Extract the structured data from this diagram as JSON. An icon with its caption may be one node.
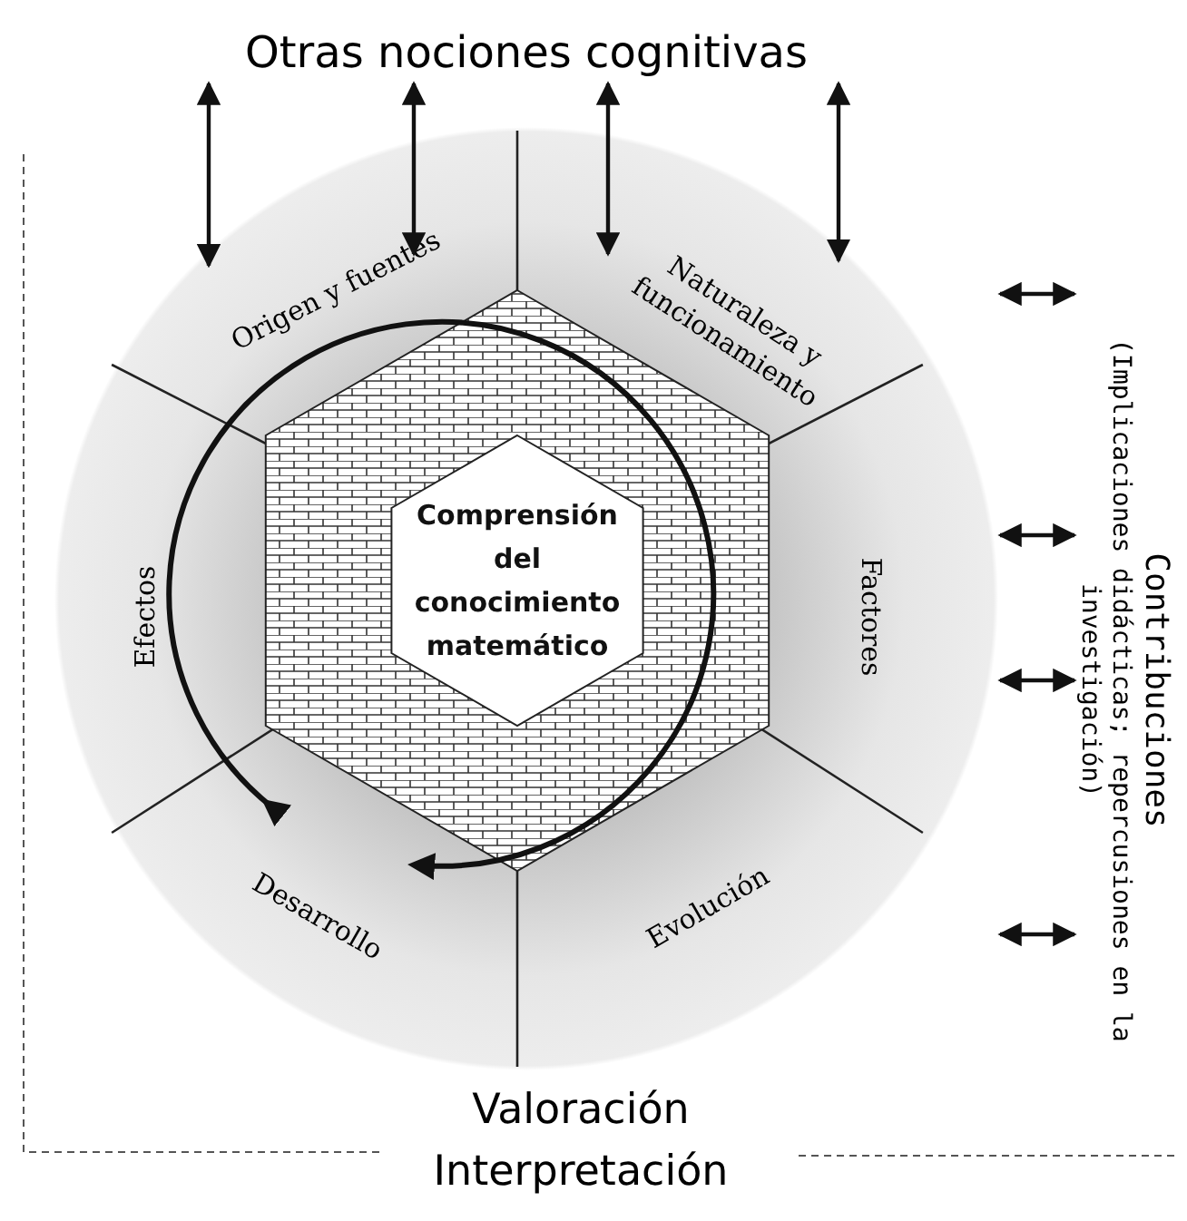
{
  "diagram": {
    "nodes": [
      {
        "text": [
          "Otras nociones cognitivas"
        ]
      },
      {
        "text": [],
        "shape": "circle"
      },
      {
        "text": [
          "Comprensión del conocimiento matemático"
        ],
        "in": 1
      },
      {
        "text": [
          "Contribuciones",
          "(Implicaciones didácticas; repercusiones en la investigación)"
        ]
      }
    ],
    "edges": [
      {
        "from": 0,
        "to": 1,
        "arrow": "both"
      },
      {
        "from": 0,
        "to": 1,
        "arrow": "both"
      },
      {
        "from": 0,
        "to": 1,
        "arrow": "both"
      },
      {
        "from": 0,
        "to": 1,
        "arrow": "both"
      },
      {
        "from": 1,
        "to": 3,
        "arrow": "both"
      },
      {
        "from": 1,
        "to": 3,
        "arrow": "both"
      },
      {
        "from": 1,
        "to": 3,
        "arrow": "both"
      },
      {
        "from": 1,
        "to": 3,
        "arrow": "both"
      }
    ],
    "labels": [
      "Origen y fuentes",
      "Naturaleza y funcionamiento",
      "Efectos",
      "Factores",
      "Desarrollo",
      "Evolución",
      "Valoración",
      "Interpretación"
    ]
  }
}
